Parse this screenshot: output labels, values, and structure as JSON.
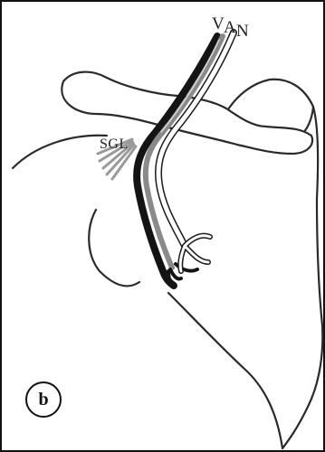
{
  "labels": {
    "vein": "V",
    "artery": "A",
    "nerve": "N",
    "ganglion": "SGL"
  },
  "panel_letter": "b",
  "colors": {
    "outline": "#2a2a2a",
    "vein": "#141414",
    "artery": "#8a8a8a",
    "nerve": "#ffffff",
    "ganglion": "#9a9a9a"
  }
}
